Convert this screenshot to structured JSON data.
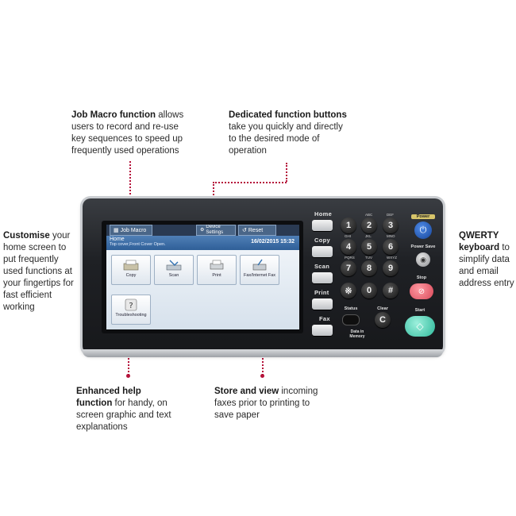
{
  "callouts": {
    "job_macro": {
      "bold": "Job Macro function",
      "text": " allows users to record and  re-use key sequences to speed up frequently used operations"
    },
    "dedicated": {
      "bold": "Dedicated function buttons",
      "text": " take you quickly and directly to the desired mode of operation"
    },
    "customise": {
      "bold": "Customise",
      "text": " your home screen to put frequently used functions at your fingertips for fast efficient working"
    },
    "qwerty": {
      "bold": "QWERTY keyboard",
      "text": " to simplify data and email address entry"
    },
    "help": {
      "bold": "Enhanced help function",
      "text": " for handy, on screen graphic and text explanations"
    },
    "store": {
      "bold": "Store and view",
      "text": " incoming faxes prior to printing to save paper"
    }
  },
  "screen": {
    "tab_job_macro": "Job Macro",
    "tab_device": "Device Settings",
    "tab_reset": "Reset",
    "home_title": "Home",
    "home_status": "Top cover,Front Cover Open.",
    "datetime": "16/02/2015 15:32",
    "functions": [
      "Copy",
      "Scan",
      "Print",
      "Fax/Internet Fax",
      "Troubleshooting"
    ]
  },
  "side_buttons": [
    "Home",
    "Copy",
    "Scan",
    "Print",
    "Fax"
  ],
  "keypad": {
    "keys": [
      "1",
      "2",
      "3",
      "4",
      "5",
      "6",
      "7",
      "8",
      "9",
      "※",
      "0",
      "#"
    ],
    "letters": [
      "",
      "ABC",
      "DEF",
      "GHI",
      "JKL",
      "MNO",
      "PQRS",
      "TUV",
      "WXYZ",
      "",
      "",
      ""
    ],
    "status_label": "Status",
    "clear_label": "Clear",
    "data_label": "Data in Memory",
    "clear_icon": "C"
  },
  "right_buttons": {
    "power_label": "Power",
    "power_save_label": "Power Save",
    "stop_label": "Stop",
    "start_label": "Start"
  },
  "colors": {
    "accent_dotline": "#b5123a",
    "start": "#2eb99b",
    "stop": "#d9495a",
    "power": "#16459a"
  }
}
